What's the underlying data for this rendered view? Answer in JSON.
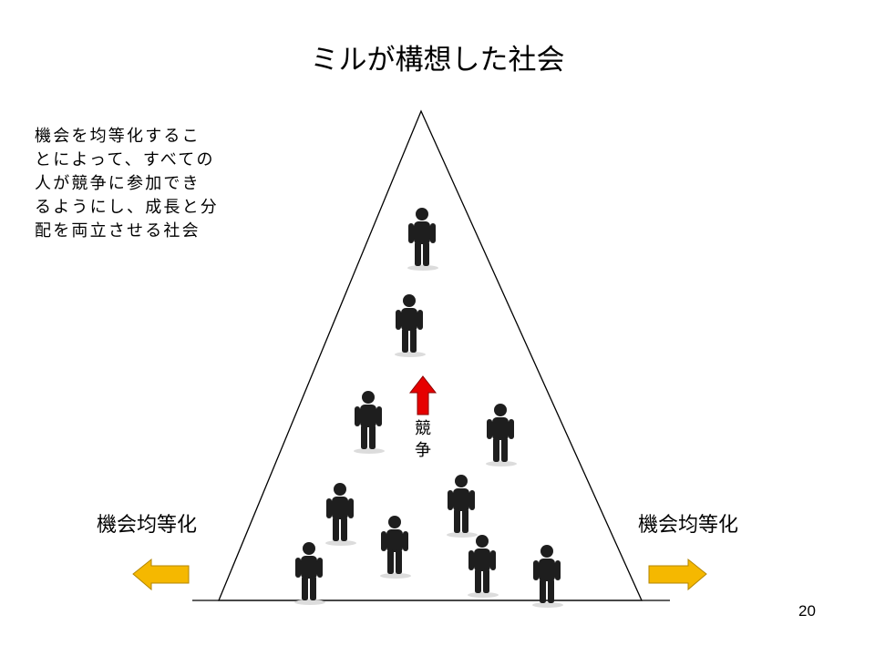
{
  "slide": {
    "title": "ミルが構想した社会",
    "page_number": "20"
  },
  "description": {
    "lines": [
      "機会を均等化するこ",
      "とによって、すべての",
      "人が競争に参加でき",
      "るようにし、成長と分",
      "配を両立させる社会"
    ]
  },
  "diagram": {
    "left_label": "機会均等化",
    "right_label": "機会均等化",
    "competition_chars": [
      "競",
      "争"
    ],
    "icons": {
      "person": "person-icon",
      "up_arrow": "up-arrow-icon",
      "left_arrow": "left-arrow-icon",
      "right_arrow": "right-arrow-icon"
    },
    "colors": {
      "up_arrow": "#e60000",
      "side_arrows": "#f5b800",
      "person": "#1e1e1e"
    }
  }
}
